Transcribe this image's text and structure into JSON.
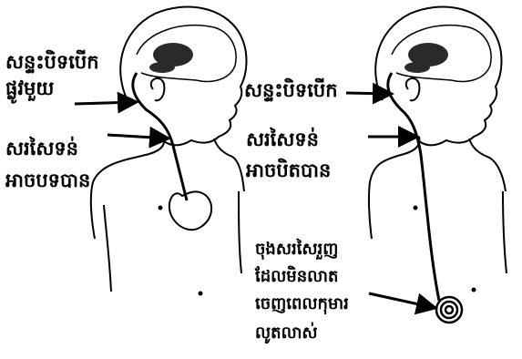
{
  "labels": {
    "left_valve_open_1": "សន្ទះបិទបើក",
    "left_valve_open_2": "ផ្លូវមួយ",
    "left_vessel_1": "សរសៃទន់",
    "left_vessel_2": "អាចបទបាន",
    "right_valve_open": "សន្ទះបិទបើក",
    "right_vessel_1": "សរសៃទន់",
    "right_vessel_2": "អាចបិតបាន",
    "right_end_1": "ចុងសរសៃរួញ",
    "right_end_2": "ដែលមិនលាត",
    "right_end_3": "ចេញពេលកុមារ",
    "right_end_4": "លូតលាស់"
  },
  "colors": {
    "ink": "#000000",
    "brain": "#2a2a2a",
    "paper": "#ffffff"
  }
}
